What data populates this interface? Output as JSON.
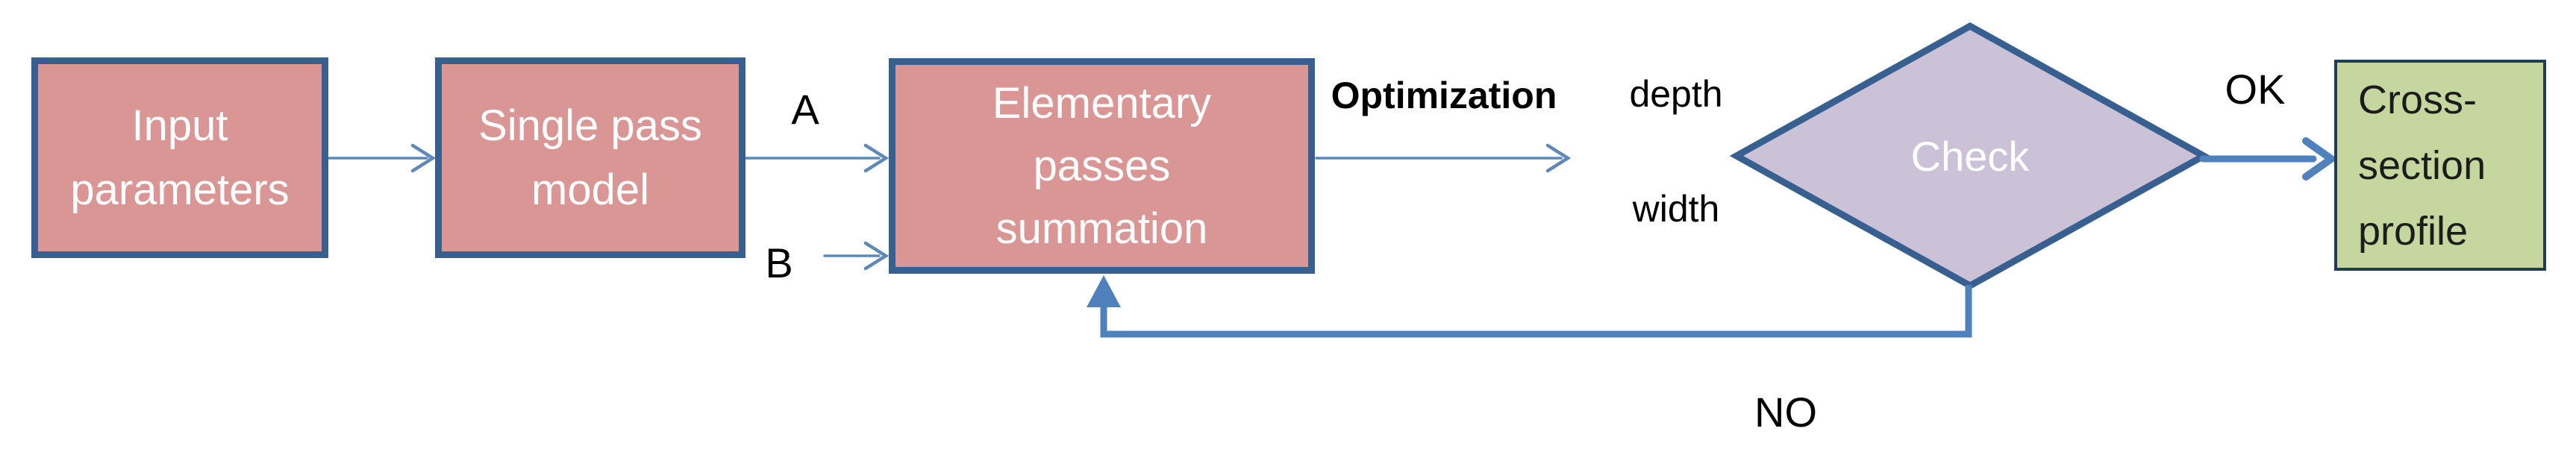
{
  "diagram_type": "flowchart",
  "nodes": {
    "input": {
      "line1": "Input",
      "line2": "parameters",
      "shape": "rectangle"
    },
    "single_pass": {
      "line1": "Single pass",
      "line2": "model",
      "shape": "rectangle"
    },
    "summation": {
      "line1": "Elementary",
      "line2": "passes",
      "line3": "summation",
      "shape": "rectangle"
    },
    "check": {
      "label": "Check",
      "shape": "diamond"
    },
    "profile": {
      "line1": "Cross-",
      "line2": "section",
      "line3": "profile",
      "shape": "rectangle"
    }
  },
  "edge_labels": {
    "a": "A",
    "b": "B",
    "optimization": "Optimization",
    "depth": "depth",
    "width": "width",
    "ok": "OK",
    "no": "NO"
  },
  "colors": {
    "process_fill": "#d99694",
    "process_border": "#376091",
    "decision_fill": "#ccc2d8",
    "decision_border": "#376091",
    "output_fill": "#c5d79e",
    "output_border": "#1f3b57",
    "connector_thin": "#5e87ba",
    "connector_thick": "#4f81bd",
    "label_text": "#000000",
    "node_text": "#ffffff"
  }
}
